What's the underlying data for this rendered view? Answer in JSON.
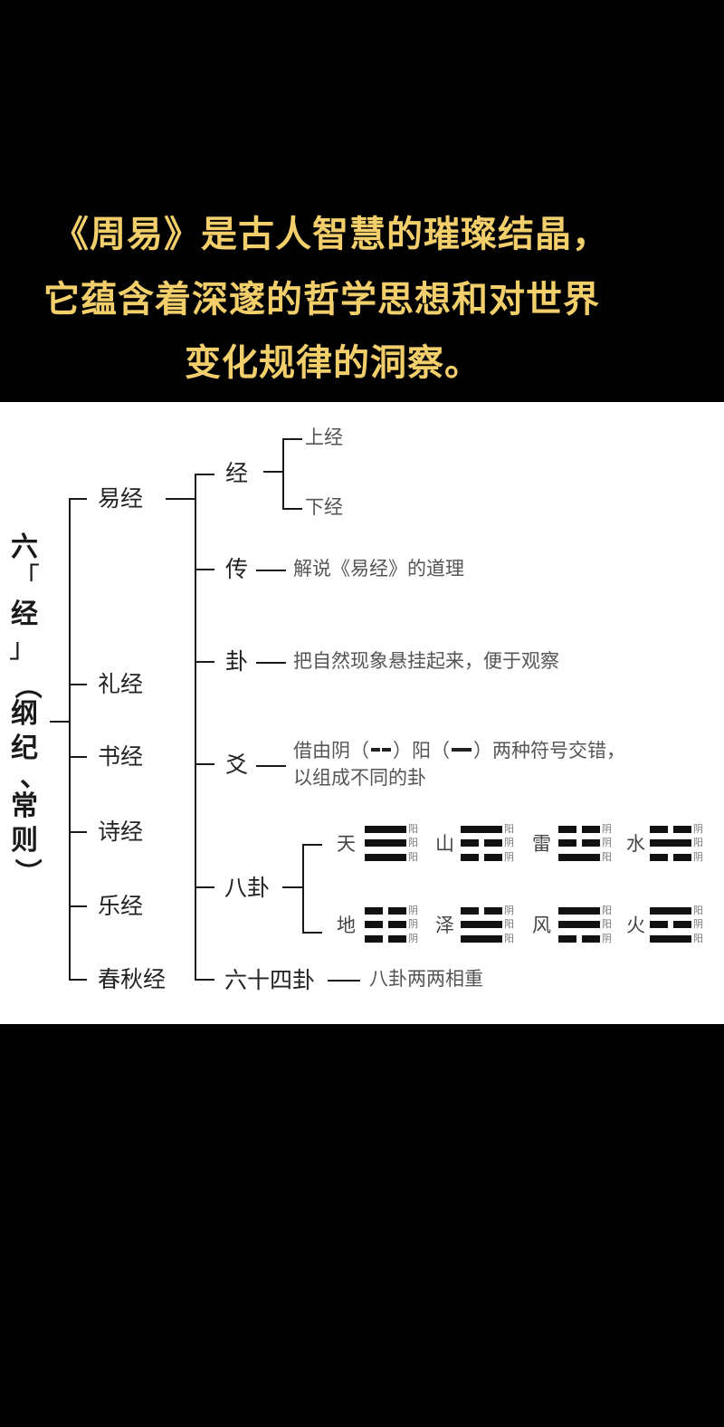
{
  "caption": {
    "color": "#F3CF6B",
    "lines": [
      "《周易》是古人智慧的璀璨结晶，",
      "它蕴含着深邃的哲学思想和对世界",
      "变化规律的洞察。"
    ]
  },
  "diagram": {
    "root": {
      "label_chars": [
        "六",
        "「",
        "经",
        "」",
        "（",
        "纲",
        "纪",
        "、",
        "常",
        "则",
        "）"
      ],
      "label": "六「经」（纲纪、常则）"
    },
    "classics": [
      {
        "label": "易经"
      },
      {
        "label": "礼经"
      },
      {
        "label": "书经"
      },
      {
        "label": "诗经"
      },
      {
        "label": "乐经"
      },
      {
        "label": "春秋经"
      }
    ],
    "yijing_parts": [
      {
        "label": "经",
        "children": [
          "上经",
          "下经"
        ]
      },
      {
        "label": "传",
        "connector": "—",
        "description": "解说《易经》的道理"
      },
      {
        "label": "卦",
        "connector": "—",
        "description": "把自然现象悬挂起来，便于观察"
      },
      {
        "label": "爻",
        "connector": "—",
        "description_line1_parts": [
          "借由阴（",
          "）阳（",
          "）两种符号交错，"
        ],
        "description_line2": "以组成不同的卦",
        "yin_symbol": "--",
        "yang_symbol": "—"
      },
      {
        "label": "八卦"
      },
      {
        "label": "六十四卦",
        "connector": "—",
        "description": "八卦两两相重"
      }
    ],
    "trigrams": [
      {
        "name": "天",
        "lines": [
          "阳",
          "阳",
          "阳"
        ]
      },
      {
        "name": "山",
        "lines": [
          "阳",
          "阴",
          "阴"
        ]
      },
      {
        "name": "雷",
        "lines": [
          "阴",
          "阴",
          "阳"
        ]
      },
      {
        "name": "水",
        "lines": [
          "阴",
          "阳",
          "阴"
        ]
      },
      {
        "name": "地",
        "lines": [
          "阴",
          "阴",
          "阴"
        ]
      },
      {
        "name": "泽",
        "lines": [
          "阴",
          "阳",
          "阳"
        ]
      },
      {
        "name": "风",
        "lines": [
          "阳",
          "阳",
          "阴"
        ]
      },
      {
        "name": "火",
        "lines": [
          "阳",
          "阴",
          "阳"
        ]
      }
    ]
  }
}
